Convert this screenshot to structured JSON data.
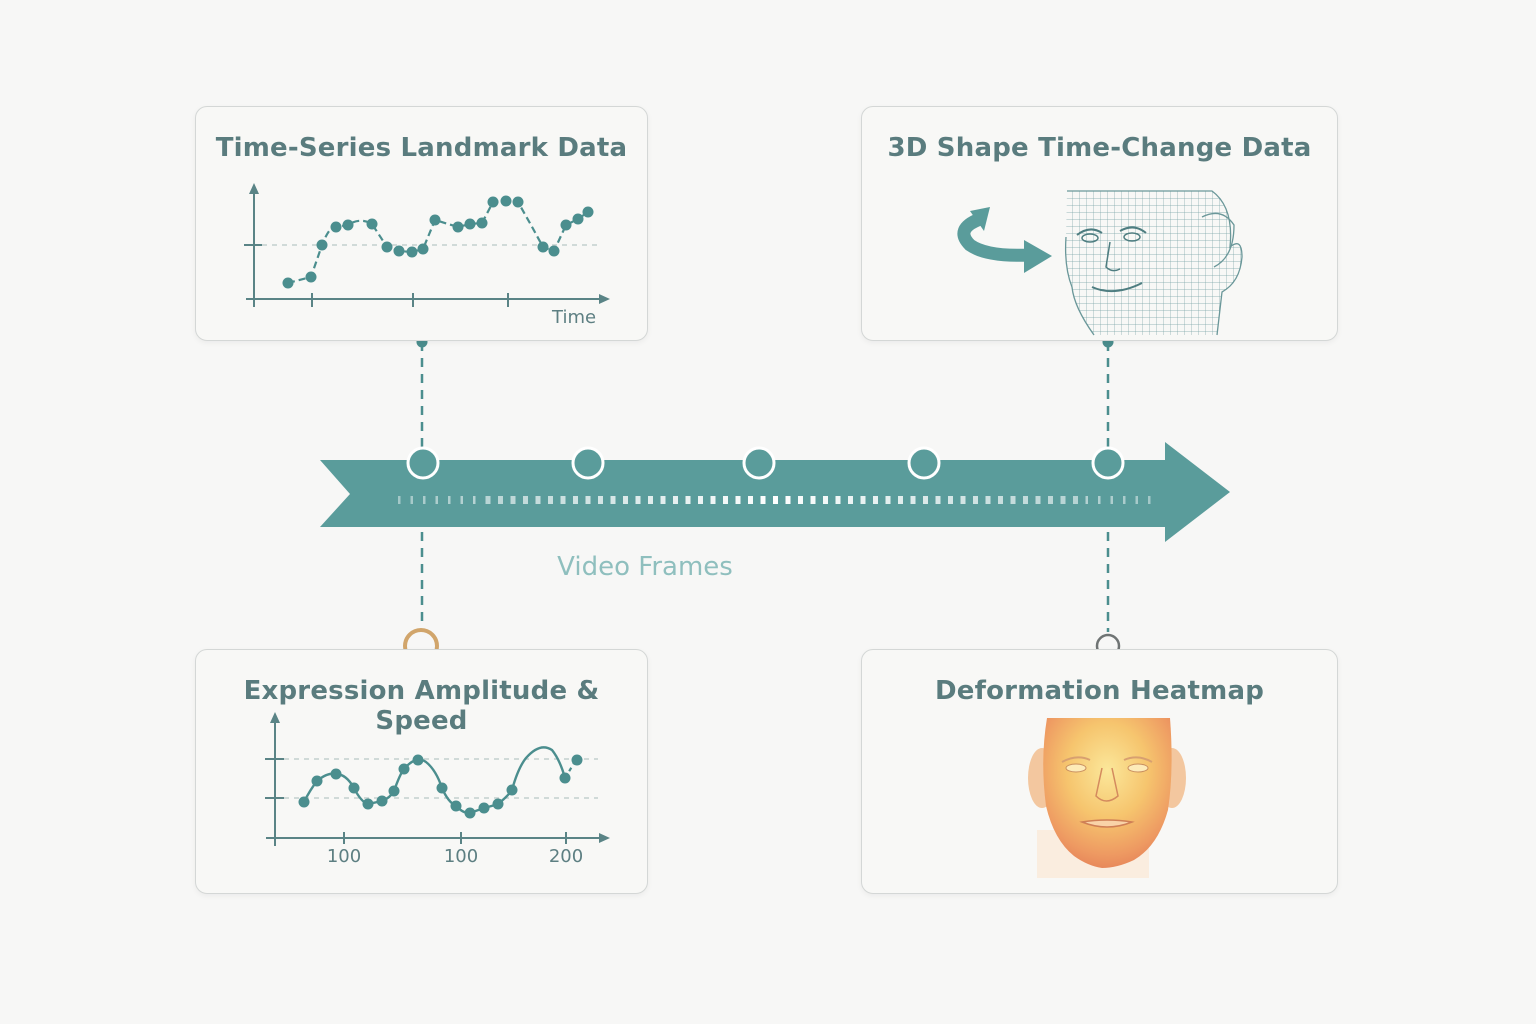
{
  "panels": {
    "landmark": {
      "title": "Time-Series Landmark Data",
      "axis_label": "Time"
    },
    "shape": {
      "title": "3D Shape Time-Change Data"
    },
    "expression": {
      "title": "Expression Amplitude & Speed",
      "tick_labels": [
        "100",
        "100",
        "200"
      ]
    },
    "heatmap": {
      "title": "Deformation Heatmap"
    }
  },
  "timeline": {
    "label": "Video Frames",
    "node_count": 5
  },
  "colors": {
    "teal": "#5a9c9b",
    "teal_dark": "#4b8e8e",
    "accent_gold": "#d1a56b",
    "connector_gray": "#6f7474",
    "label_teal": "#8fbfbe"
  },
  "icons": [
    "rotation-arrow-icon",
    "wireframe-face-icon",
    "heatmap-face-icon"
  ]
}
